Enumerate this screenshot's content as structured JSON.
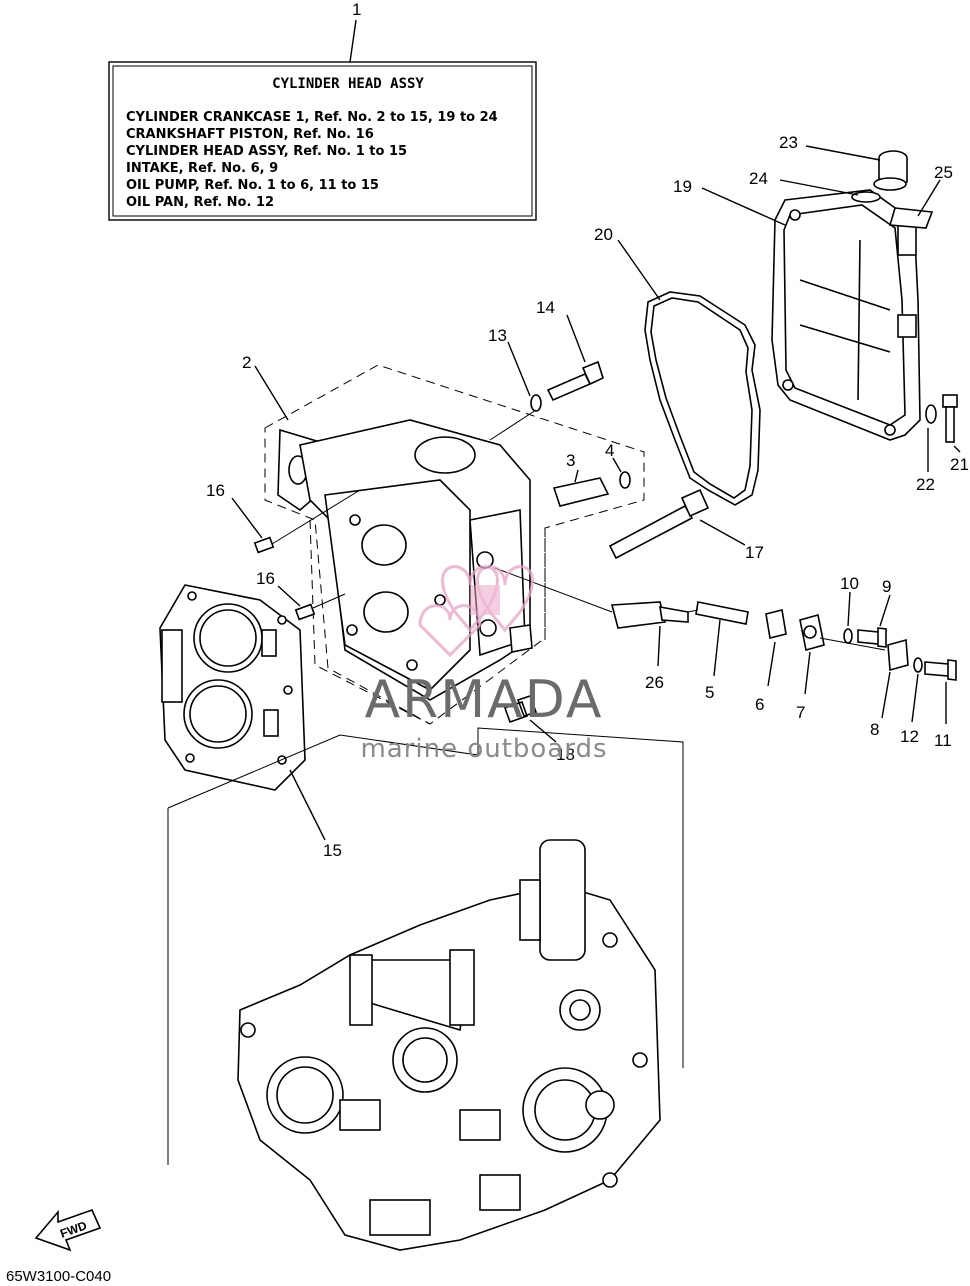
{
  "assembly_box": {
    "title": "CYLINDER HEAD  ASSY",
    "lines": [
      "CYLINDER CRANKCASE 1, Ref. No. 2 to 15, 19 to 24",
      "CRANKSHAFT PISTON,  Ref. No. 16",
      "CYLINDER HEAD ASSY,  Ref. No. 1 to 15",
      "INTAKE,      Ref. No. 6, 9",
      "OIL PUMP,  Ref. No. 1 to 6, 11 to 15",
      "OIL PAN,    Ref. No. 12"
    ]
  },
  "callouts": {
    "c1": "1",
    "c2": "2",
    "c3": "3",
    "c4": "4",
    "c5": "5",
    "c6": "6",
    "c7": "7",
    "c8": "8",
    "c9": "9",
    "c10": "10",
    "c11": "11",
    "c12": "12",
    "c13": "13",
    "c14": "14",
    "c15": "15",
    "c16a": "16",
    "c16b": "16",
    "c17": "17",
    "c18": "18",
    "c19": "19",
    "c20": "20",
    "c21": "21",
    "c22": "22",
    "c23": "23",
    "c24": "24",
    "c25": "25",
    "c26": "26"
  },
  "watermark": {
    "brand": "ARMADA",
    "tagline": "marine outboards",
    "accent_color": "#e8a4c6"
  },
  "fwd_label": "FWD",
  "diagram_code": "65W3100-C040"
}
